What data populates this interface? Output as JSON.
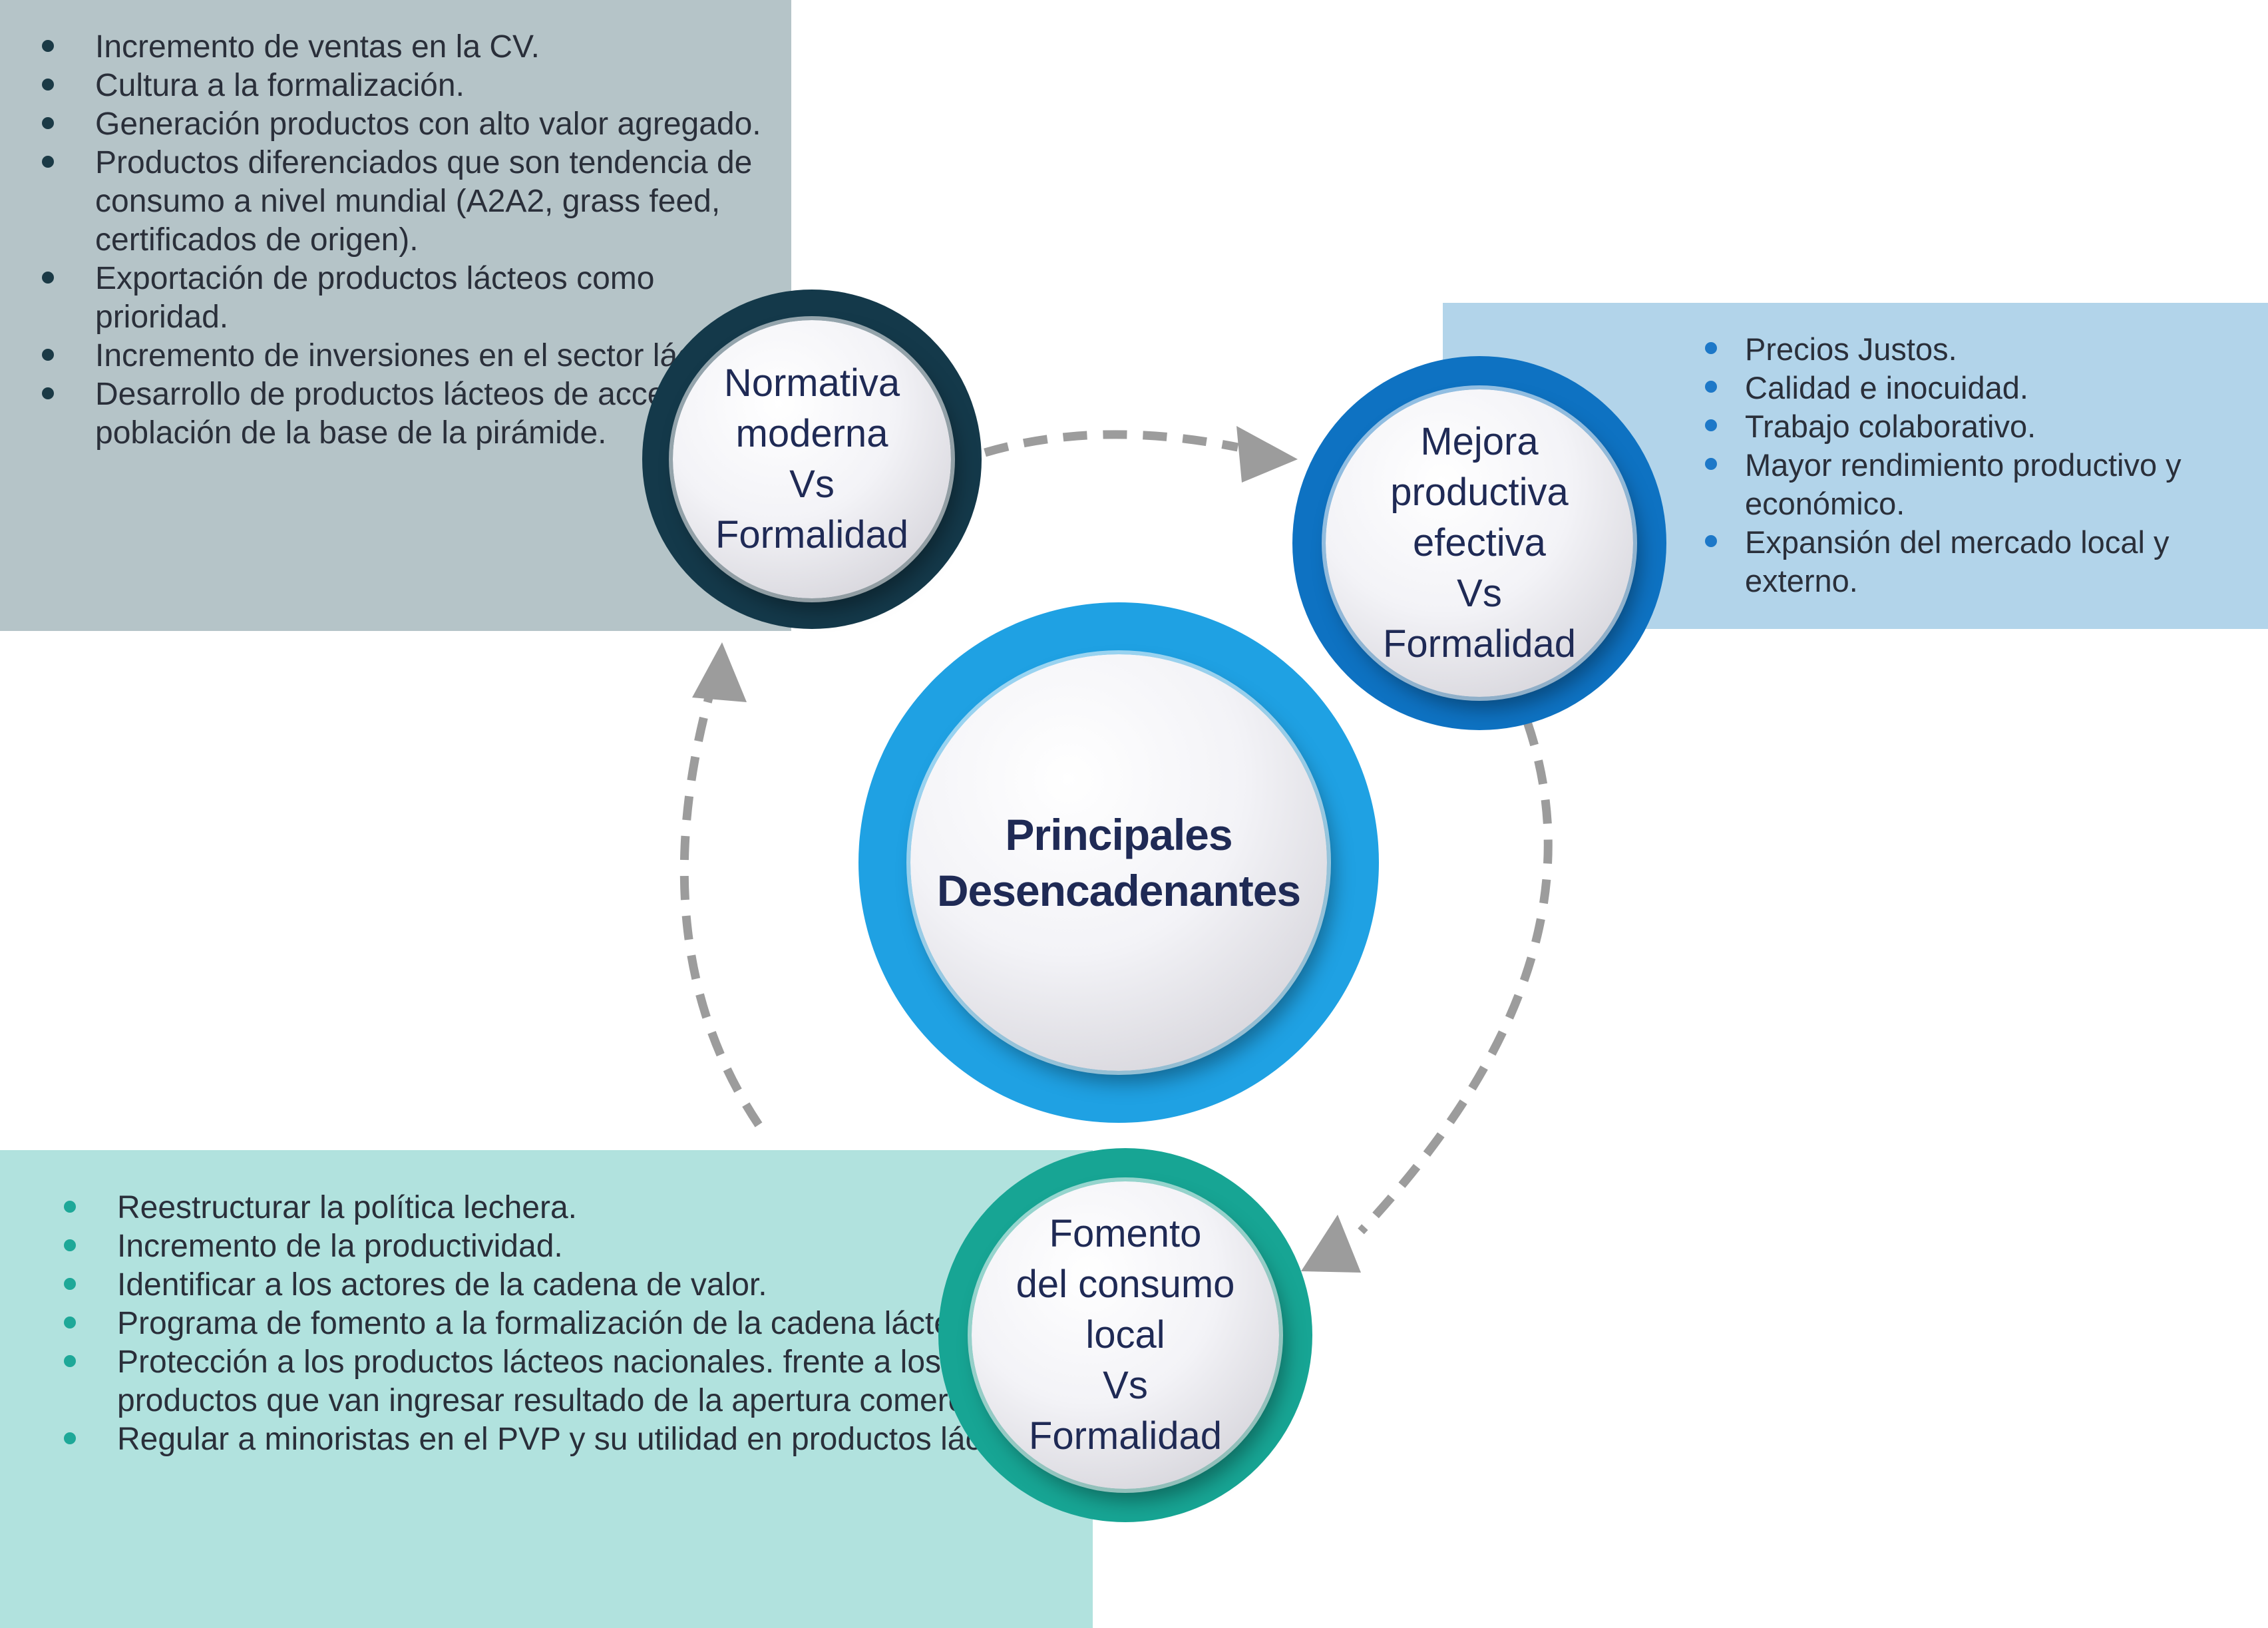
{
  "colors": {
    "panel_top_left": "#b5c4c8",
    "panel_top_right": "#b2d4ea",
    "panel_bottom_left": "#b1e2de",
    "ring_dark": "#14394a",
    "ring_blue": "#0e72c2",
    "ring_center": "#1fa1e3",
    "ring_teal": "#17a594",
    "arrow": "#9c9c9c",
    "circle_text": "#1f2a55"
  },
  "center": {
    "line1": "Principales",
    "line2": "Desencadenantes"
  },
  "nodes": {
    "normativa": {
      "lines": [
        "Normativa",
        "moderna",
        "Vs",
        "Formalidad"
      ]
    },
    "mejora": {
      "lines": [
        "Mejora",
        "productiva",
        "efectiva",
        "Vs",
        "Formalidad"
      ]
    },
    "fomento": {
      "lines": [
        "Fomento",
        "del consumo",
        "local",
        "Vs",
        "Formalidad"
      ]
    }
  },
  "lists": {
    "top_left": [
      "Incremento de ventas en la CV.",
      "Cultura a la formalización.",
      "Generación productos con alto valor agregado.",
      "Productos diferenciados que son tendencia de consumo a nivel mundial (A2A2, grass feed, certificados de origen).",
      "Exportación de productos lácteos como prioridad.",
      "Incremento de inversiones en el sector lácteo.",
      "Desarrollo de productos lácteos de acceso a la población de la base de la pirámide."
    ],
    "top_right": [
      "Precios Justos.",
      "Calidad e inocuidad.",
      "Trabajo colaborativo.",
      "Mayor rendimiento productivo y económico.",
      "Expansión del mercado local y externo."
    ],
    "bottom_left": [
      "Reestructurar la política lechera.",
      "Incremento de la productividad.",
      "Identificar a los actores de la cadena de valor.",
      "Programa de fomento a la formalización de la cadena láctea.",
      "Protección a los productos lácteos nacionales. frente a los productos que van ingresar resultado de la apertura comercial.",
      "Regular a minoristas en el PVP y su utilidad en productos lácteos."
    ]
  }
}
